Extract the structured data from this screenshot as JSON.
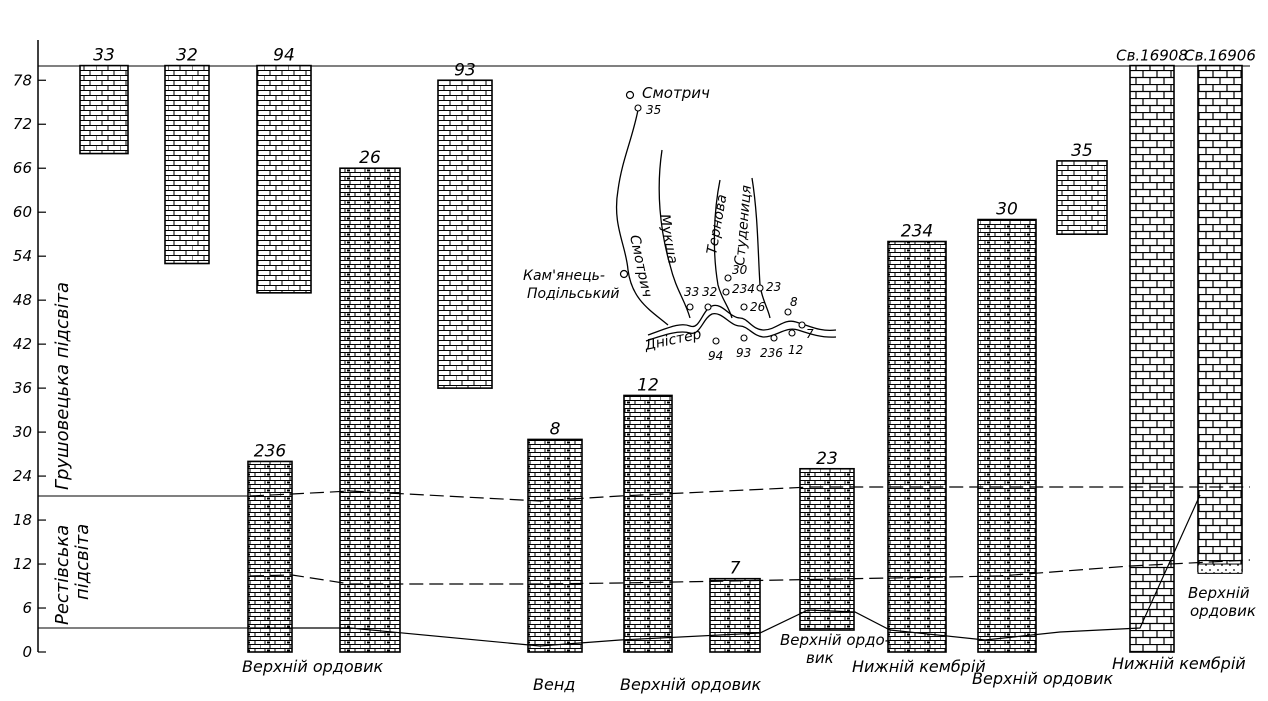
{
  "axis": {
    "ticks": [
      "0",
      "6",
      "12",
      "18",
      "24",
      "30",
      "36",
      "42",
      "48",
      "54",
      "60",
      "66",
      "72",
      "78"
    ],
    "unit_label": ""
  },
  "formations": [
    {
      "name": "Грушовецька підсвіта",
      "range_m": [
        20,
        78
      ]
    },
    {
      "name": "Рестівська підсвіта",
      "range_m": [
        3,
        20
      ]
    }
  ],
  "columns": [
    {
      "id": "33",
      "label": "33",
      "top_m": 80,
      "bottom_m": 68
    },
    {
      "id": "32",
      "label": "32",
      "top_m": 80,
      "bottom_m": 53
    },
    {
      "id": "94",
      "label": "94",
      "top_m": 80,
      "bottom_m": 49
    },
    {
      "id": "236",
      "label": "236",
      "top_m": 26,
      "bottom_m": 0,
      "base": "Верхній ордовик"
    },
    {
      "id": "26",
      "label": "26",
      "top_m": 66,
      "bottom_m": 0,
      "base": "Верхній ордовик"
    },
    {
      "id": "93",
      "label": "93",
      "top_m": 78,
      "bottom_m": 36
    },
    {
      "id": "8",
      "label": "8",
      "top_m": 29,
      "bottom_m": 0,
      "base": "Венд"
    },
    {
      "id": "12",
      "label": "12",
      "top_m": 35,
      "bottom_m": 0,
      "base": "Верхній ордовик"
    },
    {
      "id": "7",
      "label": "7",
      "top_m": 10,
      "bottom_m": 0
    },
    {
      "id": "23",
      "label": "23",
      "top_m": 25,
      "bottom_m": 3,
      "base": "Верхній ордовик"
    },
    {
      "id": "234",
      "label": "234",
      "top_m": 56,
      "bottom_m": 0,
      "base": "Нижній кембрій"
    },
    {
      "id": "30",
      "label": "30",
      "top_m": 59,
      "bottom_m": 0,
      "base": "Верхній ордовик"
    },
    {
      "id": "35",
      "label": "35",
      "top_m": 67,
      "bottom_m": 57
    },
    {
      "id": "sv16908",
      "label": "Св.16908",
      "top_m": 80,
      "bottom_m": 0,
      "base": "Нижній кембрій"
    },
    {
      "id": "sv16906",
      "label": "Св.16906",
      "top_m": 80,
      "bottom_m": 11,
      "base": "Верхній ордовик"
    }
  ],
  "base_labels": {
    "upper_ordovician": "Верхній ордовик",
    "vend": "Венд",
    "lower_cambrian": "Нижній кембрій",
    "upper_ordovician_short": "Верхній ордо-вик"
  },
  "map": {
    "towns": [
      "Смотрич",
      "Кам'янець-Подільський"
    ],
    "rivers": [
      "Смотрич",
      "Мукша",
      "Тернова",
      "Студениця",
      "Дністер"
    ],
    "points": [
      "35",
      "33",
      "32",
      "30",
      "234",
      "26",
      "23",
      "8",
      "94",
      "93",
      "236",
      "12",
      "7"
    ]
  }
}
